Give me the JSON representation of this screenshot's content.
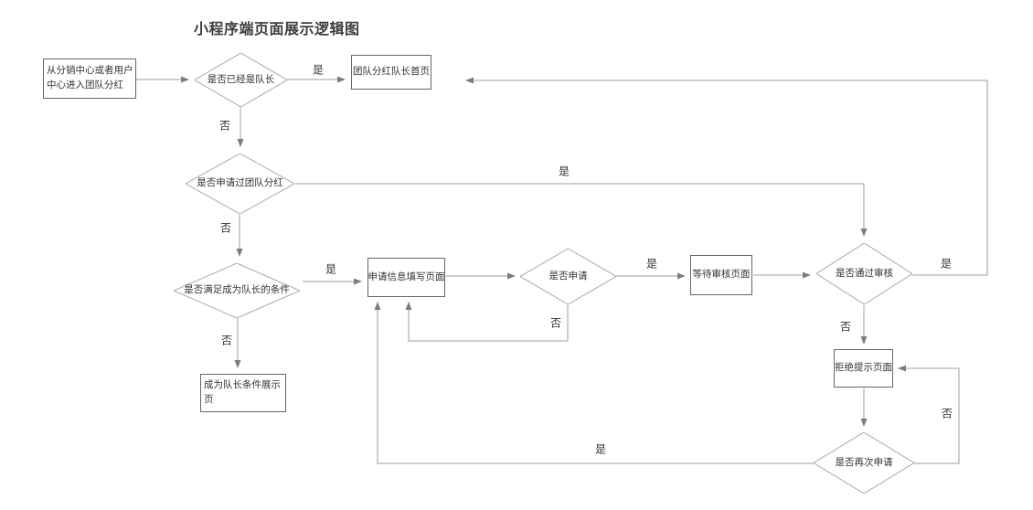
{
  "title": "小程序端页面展示逻辑图",
  "colors": {
    "line": "#9f9f9f",
    "arrow": "#7d7d7d",
    "box_border": "#666666",
    "diamond_border": "#a8a8a8",
    "text": "#333333",
    "background": "#ffffff"
  },
  "nodes": {
    "start": {
      "label": "从分销中心或者用户中心进入团队分红"
    },
    "is_leader": {
      "label": "是否已经是队长"
    },
    "leader_home": {
      "label": "团队分红队长首页"
    },
    "has_applied": {
      "label": "是否申请过团队分红"
    },
    "meets_condition": {
      "label": "是否满足成为队长的条件"
    },
    "condition_page": {
      "label": "成为队长条件展示页"
    },
    "apply_form": {
      "label": "申请信息填写页面"
    },
    "whether_apply": {
      "label": "是否申请"
    },
    "wait_review": {
      "label": "等待审核页面"
    },
    "review_passed": {
      "label": "是否通过审核"
    },
    "reject_page": {
      "label": "拒绝提示页面"
    },
    "reapply": {
      "label": "是否再次申请"
    }
  },
  "edges": {
    "is_leader_yes": "是",
    "is_leader_no": "否",
    "has_applied_yes": "是",
    "has_applied_no": "否",
    "meets_condition_yes": "是",
    "meets_condition_no": "否",
    "whether_apply_yes": "是",
    "whether_apply_no": "否",
    "review_passed_yes": "是",
    "review_passed_no": "否",
    "reapply_yes": "是",
    "reapply_no": "否"
  }
}
